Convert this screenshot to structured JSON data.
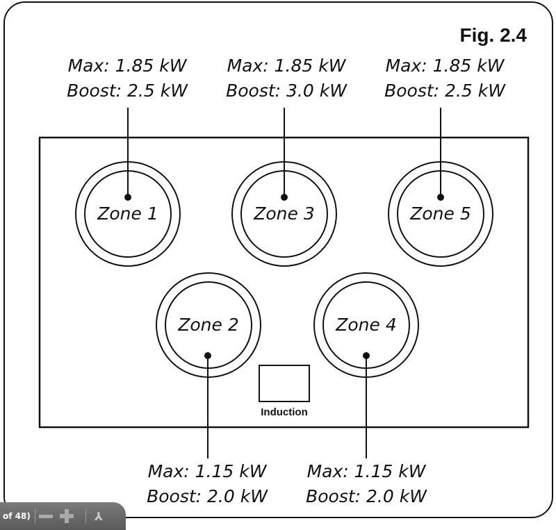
{
  "figure_label": "Fig. 2.4",
  "zones": [
    {
      "name": "Zone 1",
      "max": "Max: 1.85 kW",
      "boost": "Boost: 2.5 kW"
    },
    {
      "name": "Zone 2",
      "max": "Max: 1.15 kW",
      "boost": "Boost: 2.0 kW"
    },
    {
      "name": "Zone 3",
      "max": "Max: 1.85 kW",
      "boost": "Boost: 3.0 kW"
    },
    {
      "name": "Zone 4",
      "max": "Max: 1.15 kW",
      "boost": "Boost: 2.0 kW"
    },
    {
      "name": "Zone 5",
      "max": "Max: 1.85 kW",
      "boost": "Boost: 2.5 kW"
    }
  ],
  "induction_label": "Induction",
  "toolbar": {
    "page_text": "of 48)",
    "zoom_out_icon": "minus-icon",
    "zoom_in_icon": "plus-icon",
    "acrobat_icon": "acrobat-icon"
  }
}
